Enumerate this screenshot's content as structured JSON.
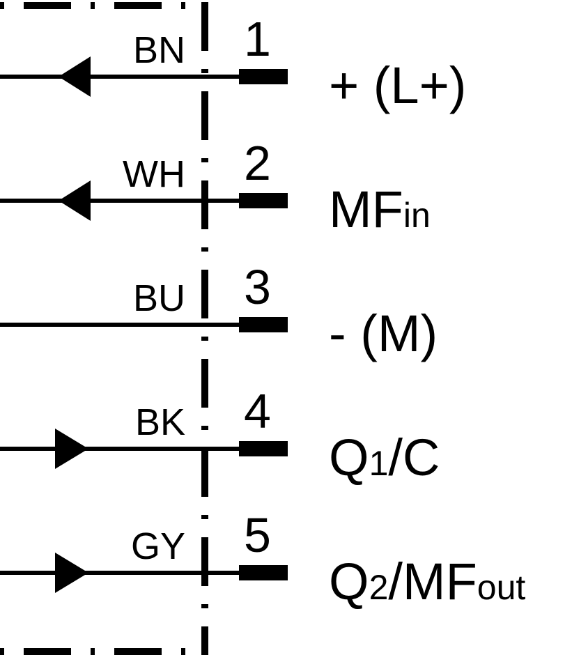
{
  "colors": {
    "line": "#000000",
    "background": "#ffffff"
  },
  "pins": [
    {
      "number": "1",
      "wire_color": "BN",
      "direction": "in",
      "signal": "+ (L+)",
      "signal_sub": "",
      "signal_after": ""
    },
    {
      "number": "2",
      "wire_color": "WH",
      "direction": "in",
      "signal": "MF",
      "signal_sub": "in",
      "signal_after": ""
    },
    {
      "number": "3",
      "wire_color": "BU",
      "direction": "none",
      "signal": "- (M)",
      "signal_sub": "",
      "signal_after": ""
    },
    {
      "number": "4",
      "wire_color": "BK",
      "direction": "out",
      "signal": "Q",
      "signal_sub": "1",
      "signal_after": "/C"
    },
    {
      "number": "5",
      "wire_color": "GY",
      "direction": "out",
      "signal": "Q",
      "signal_sub": "2",
      "signal_after": "/MF",
      "signal_sub2": "out"
    }
  ]
}
